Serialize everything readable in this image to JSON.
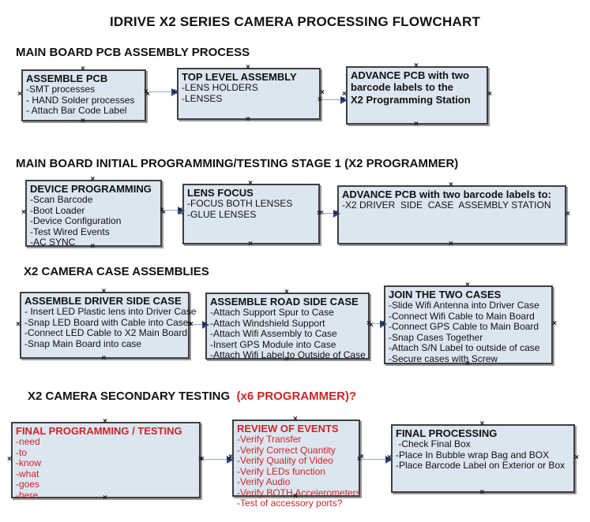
{
  "title": "IDRIVE X2  SERIES CAMERA PROCESSING FLOWCHART",
  "icons": {
    "anchor": "×"
  },
  "colors": {
    "box_fill": "#dce6f1",
    "box_border": "#3f3f3f",
    "shadow": "#9a9a9a",
    "red_text": "#cc2626",
    "arrow_line": "#93a7c5",
    "arrow_head": "#2f4d8f"
  },
  "sections": {
    "s1": {
      "heading": "MAIN BOARD PCB ASSEMBLY PROCESS"
    },
    "s2": {
      "heading": "MAIN BOARD INITIAL PROGRAMMING/TESTING STAGE 1 (X2 PROGRAMMER)"
    },
    "s3": {
      "heading": "X2 CAMERA CASE ASSEMBLIES"
    },
    "s4": {
      "heading_black": "X2 CAMERA SECONDARY TESTING ",
      "heading_red": " (x6 PROGRAMMER)?"
    }
  },
  "boxes": {
    "assemble_pcb": {
      "header": "ASSEMBLE PCB",
      "lines": [
        "-SMT processes",
        "- HAND Solder processes",
        "- Attach Bar Code Label"
      ]
    },
    "top_level_assembly": {
      "header": "TOP LEVEL ASSEMBLY",
      "lines": [
        "-LENS HOLDERS",
        "-LENSES"
      ]
    },
    "advance_pcb_1": {
      "header": "ADVANCE PCB with two\nbarcode labels to the\n X2 Programming Station"
    },
    "device_programming": {
      "header": "DEVICE PROGRAMMING",
      "lines": [
        "-Scan Barcode",
        "-Boot Loader",
        "-Device Configuration",
        "-Test Wired Events",
        "-AC SYNC"
      ]
    },
    "lens_focus": {
      "header": "LENS FOCUS",
      "lines": [
        "-FOCUS BOTH LENSES",
        "-GLUE LENSES"
      ]
    },
    "advance_pcb_2": {
      "header": "ADVANCE PCB with two barcode labels to:",
      "lines": [
        "-X2 DRIVER  SIDE  CASE  ASSEMBLY STATION"
      ]
    },
    "assemble_driver_side_case": {
      "header": "ASSEMBLE DRIVER SIDE CASE",
      "lines": [
        "- Insert LED Plastic lens into Driver Case",
        "-Snap LED Board with Cable into Case",
        "-Connect LED Cable to X2 Main Board",
        "-Snap Main Board into case"
      ]
    },
    "assemble_road_side_case": {
      "header": "ASSEMBLE ROAD SIDE CASE",
      "lines": [
        "-Attach Support Spur to Case",
        "-Attach Windshield Support",
        "-Attach Wifi Assembly to Case",
        "-Insert GPS Module into Case",
        "-Attach Wifi Label to Outside of Case"
      ]
    },
    "join_the_two_cases": {
      "header": "JOIN THE TWO CASES",
      "lines": [
        "-Slide Wifi Antenna into Driver Case",
        "-Connect Wifi Cable to Main Board",
        "-Connect GPS Cable to Main Board",
        "-Snap Cases Together",
        "-Attach S/N Label to outside of case",
        "-Secure cases with Screw"
      ]
    },
    "final_programming_testing": {
      "header": "FINAL PROGRAMMING / TESTING",
      "lines": [
        "-need",
        "-to",
        "-know",
        "-what",
        "-goes",
        "-here"
      ]
    },
    "review_of_events": {
      "header": "REVIEW OF EVENTS",
      "lines": [
        "-Verify Transfer",
        "-Verify Correct Quantity",
        "-Verify Quality of Video",
        "-Verify LEDs function",
        "-Verify Audio",
        "-Verify BOTH Accelerometers",
        "-Test of accessory ports?"
      ]
    },
    "final_processing": {
      "header": "FINAL PROCESSING",
      "lines": [
        " -Check Final Box",
        "-Place In Bubble wrap Bag and BOX",
        "-Place Barcode Label on Exterior or Box"
      ]
    }
  }
}
